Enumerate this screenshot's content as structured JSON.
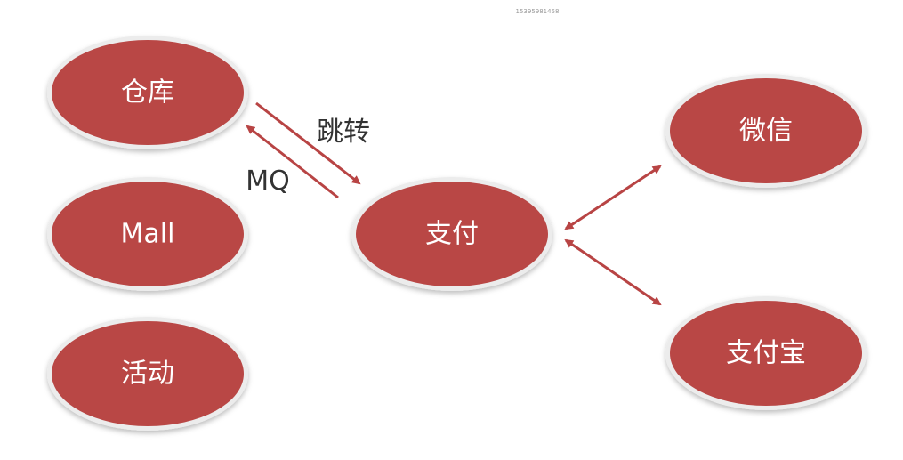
{
  "watermark": "15395981458",
  "colors": {
    "node_fill": "#b94745",
    "node_ring": "#ececec",
    "arrow": "#b84444",
    "label_text": "#ffffff",
    "edge_text": "#333333"
  },
  "nodes": {
    "warehouse": "仓库",
    "mall": "Mall",
    "activity": "活动",
    "payment": "支付",
    "wechat": "微信",
    "alipay": "支付宝"
  },
  "edge_labels": {
    "redirect": "跳转",
    "mq": "MQ"
  }
}
